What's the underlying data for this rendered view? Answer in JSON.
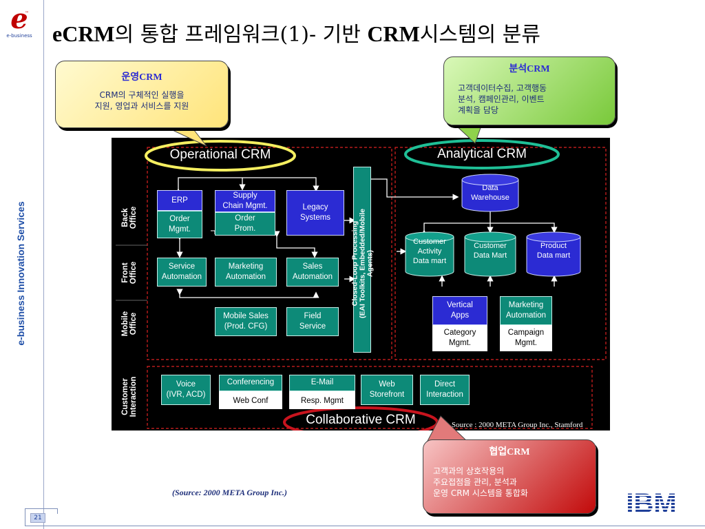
{
  "header": {
    "logo_letter": "e",
    "logo_tm": "™",
    "logo_caption": "e-business",
    "title_1": "eCRM",
    "title_2": "의 통합 프레임워크(1)- 기반 ",
    "title_3": "CRM",
    "title_4": "시스템의 분류"
  },
  "side_label": "e-business Innovation Services",
  "page_number": "21",
  "source": "(Source: 2000 META Group Inc.)",
  "ibm_logo": "IBM",
  "callouts": {
    "operational": {
      "title_a": "운영",
      "title_b": "CRM",
      "line1": "CRM의 구체적인 실행을",
      "line2": "지원, 영업과 서비스를 지원"
    },
    "analytical": {
      "title_a": "분석",
      "title_b": "CRM",
      "line1": "고객데이터수집, 고객행동",
      "line2": "분석, 캠페인관리, 이벤트",
      "line3": "계획을 담당"
    },
    "collaborative": {
      "title_a": "협업",
      "title_b": "CRM",
      "line1": "고객과의 상호작용의",
      "line2": "주요접점을 관리,  분석과",
      "line3": "운영 CRM 시스템을  통합화"
    }
  },
  "diagram": {
    "operational_label": "Operational CRM",
    "analytical_label": "Analytical CRM",
    "collaborative_label": "Collaborative CRM",
    "row_labels": {
      "back_office": [
        "Back",
        "Office"
      ],
      "front_office": [
        "Front",
        "Office"
      ],
      "mobile_office": [
        "Mobile",
        "Office"
      ],
      "customer_interaction": [
        "Customer",
        "Interaction"
      ]
    },
    "closed_loop": [
      "Closed-Loop Processing",
      "(EAI Toolkits, Embedded/Mobile",
      "Agents)"
    ],
    "erp": {
      "top": "ERP",
      "bottom": [
        "Order",
        "Mgmt."
      ]
    },
    "scm": {
      "top": [
        "Supply",
        "Chain Mgmt."
      ],
      "bottom": [
        "Order",
        "Prom."
      ]
    },
    "legacy": [
      "Legacy",
      "Systems"
    ],
    "service": [
      "Service",
      "Automation"
    ],
    "marketing": [
      "Marketing",
      "Automation"
    ],
    "sales": [
      "Sales",
      "Automation"
    ],
    "mobile_sales": [
      "Mobile Sales",
      "(Prod. CFG)"
    ],
    "field_service": [
      "Field",
      "Service"
    ],
    "data_warehouse": [
      "Data",
      "Warehouse"
    ],
    "customer_activity": [
      "Customer",
      "Activity",
      "Data mart"
    ],
    "customer_data": [
      "Customer",
      "Data Mart"
    ],
    "product_data": [
      "Product",
      "Data mart"
    ],
    "vertical_apps": {
      "top": [
        "Vertical",
        "Apps"
      ],
      "bottom": [
        "Category",
        "Mgmt."
      ]
    },
    "marketing_auto": {
      "top": [
        "Marketing",
        "Automation"
      ],
      "bottom": [
        "Campaign",
        "Mgmt."
      ]
    },
    "voice": [
      "Voice",
      "(IVR, ACD)"
    ],
    "conferencing": {
      "top": "Conferencing",
      "bottom": "Web Conf"
    },
    "email": {
      "top": "E-Mail",
      "bottom": "Resp. Mgmt"
    },
    "web": [
      "Web",
      "Storefront"
    ],
    "direct": [
      "Direct",
      "Interaction"
    ],
    "diagram_source": "Source : 2000 META Group Inc., Stamford"
  },
  "colors": {
    "oval_operational": "#f5ef60",
    "oval_analytical": "#1fbf96",
    "oval_collaborative": "#c8141e",
    "box_blue": "#2b2bd3",
    "box_teal": "#0d8a78"
  }
}
